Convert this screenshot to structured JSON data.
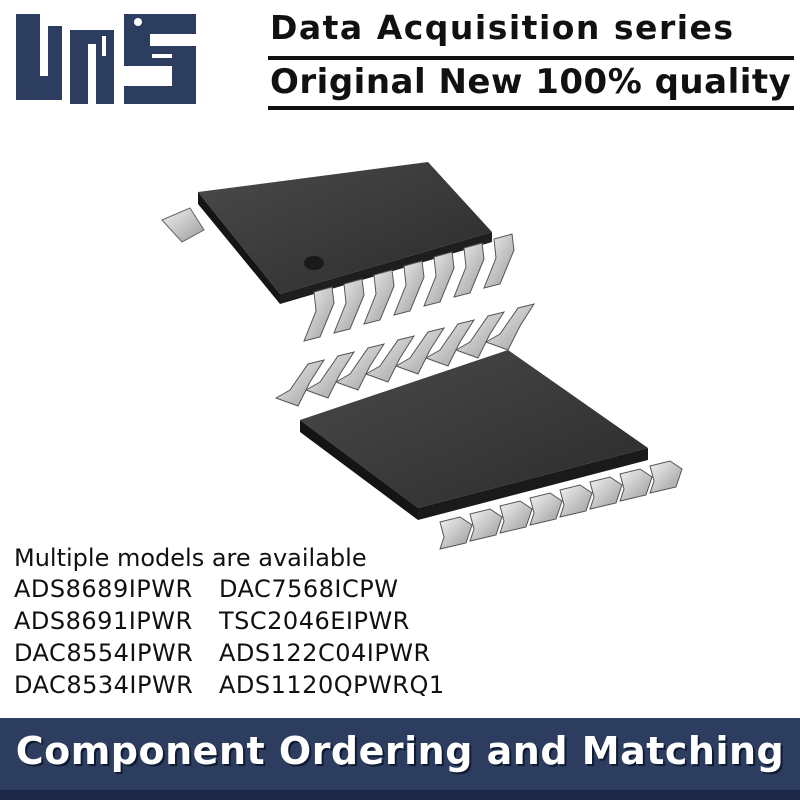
{
  "header": {
    "line1": "Data Acquisition series",
    "line2": "Original New 100% quality"
  },
  "logo": {
    "icon": "uns-logo-icon",
    "color": "#2d3d5f"
  },
  "product": {
    "icon": "tssop-ic-chip-icon",
    "count": 2
  },
  "models": {
    "note": "Multiple models are available",
    "rows": [
      [
        "ADS8689IPWR",
        "DAC7568ICPW"
      ],
      [
        "ADS8691IPWR",
        "TSC2046EIPWR"
      ],
      [
        "DAC8554IPWR",
        "ADS122C04IPWR"
      ],
      [
        "DAC8534IPWR",
        "ADS1120QPWRQ1"
      ]
    ]
  },
  "banner": {
    "text": "Component Ordering and Matching",
    "color": "#2d3d5f"
  }
}
